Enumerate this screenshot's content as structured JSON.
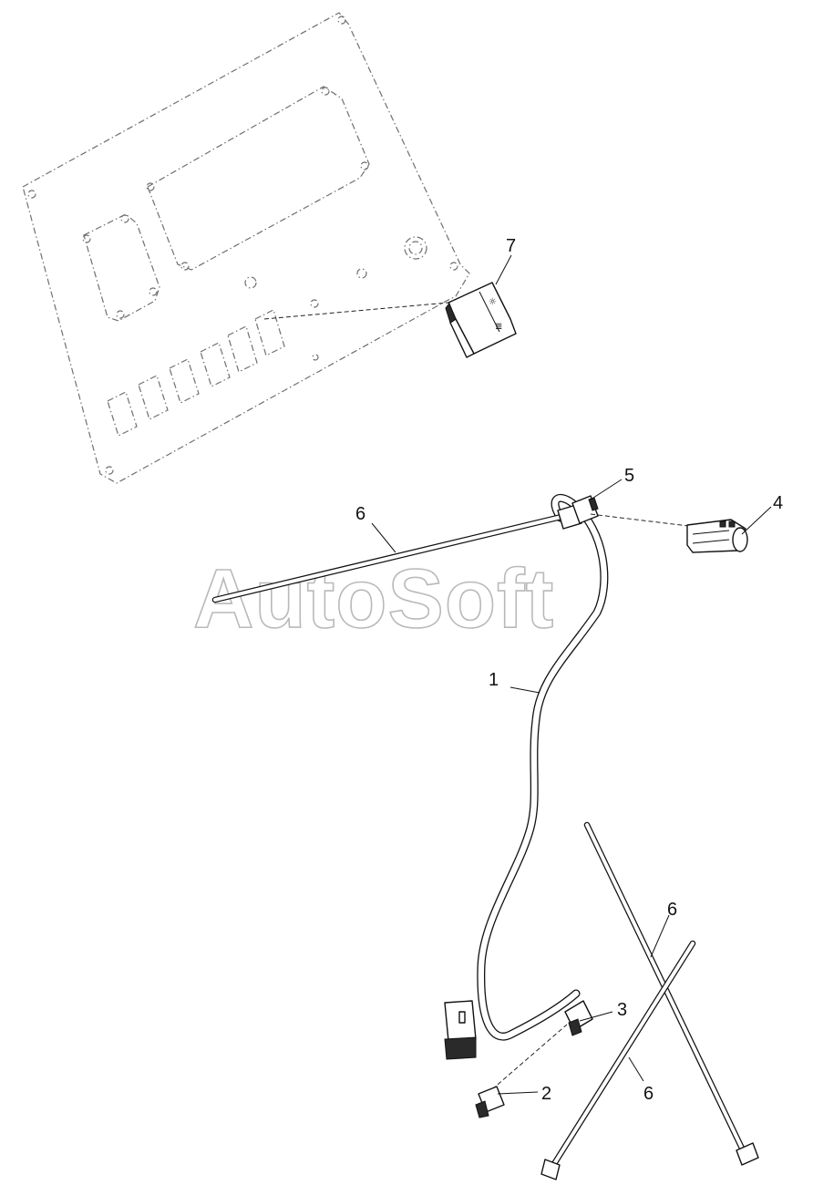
{
  "watermark": "AutoSoft",
  "callouts": {
    "c1": "1",
    "c2": "2",
    "c3": "3",
    "c4": "4",
    "c5": "5",
    "c6a": "6",
    "c6b": "6",
    "c6c": "6",
    "c7": "7"
  },
  "colors": {
    "line": "#111111",
    "outline": "#6f6f6f",
    "watermark": "#b9b9b9"
  }
}
